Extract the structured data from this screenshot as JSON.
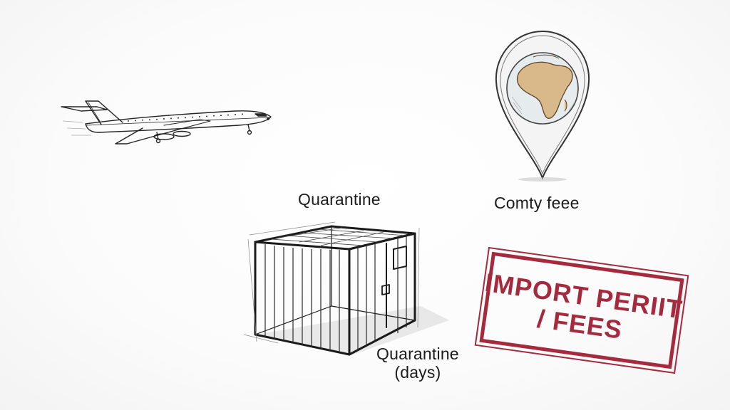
{
  "labels": {
    "quarantine": "Quarantine",
    "country_fee": "Comty feee",
    "quarantine_days_line1": "Quarantine",
    "quarantine_days_line2": "(days)"
  },
  "stamp": {
    "line1": "IMPORT PERIIT",
    "line2": "/ FEES",
    "color": "#a52a3d"
  },
  "icons": {
    "airplane": "airplane-icon",
    "map_pin": "map-pin-globe-icon",
    "cage": "quarantine-cage-icon"
  },
  "colors": {
    "ink": "#1a1a1a",
    "africa_fill": "#d9b98a",
    "globe_water": "#e6ebee"
  }
}
